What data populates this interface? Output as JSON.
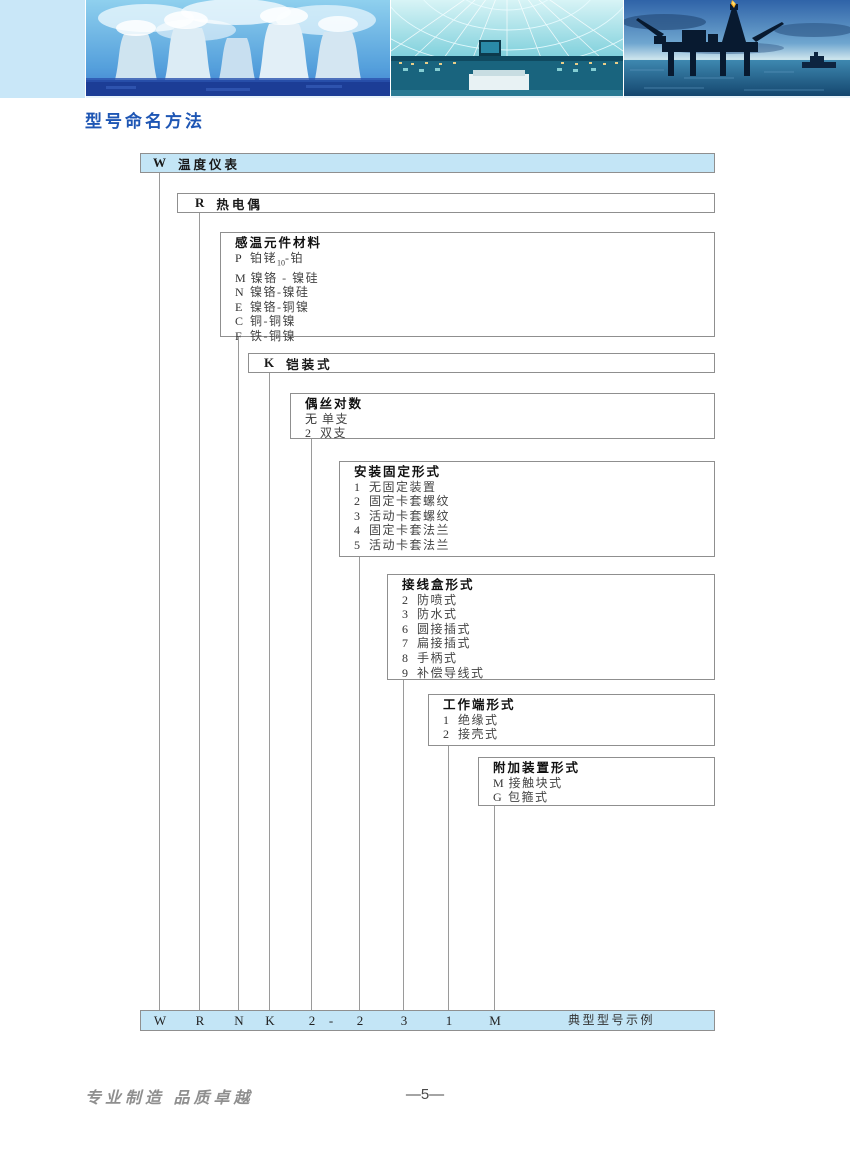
{
  "page": {
    "title": "型号命名方法",
    "footer_slogan": "专业制造  品质卓越",
    "footer_page": "—5—"
  },
  "header": {
    "photos": [
      "cooling-towers",
      "control-room",
      "oil-rig"
    ]
  },
  "colors": {
    "accent_blue": "#1e56b4",
    "box_fill": "#c3e5f6",
    "border_gray": "#8f8f8f"
  },
  "diagram": {
    "w": {
      "code": "W",
      "label": "温度仪表"
    },
    "r": {
      "code": "R",
      "label": "热电偶"
    },
    "material": {
      "title": "感温元件材料",
      "p": {
        "code": "P",
        "pre": "铂铑",
        "sub": "10",
        "post": "-铂"
      },
      "items": [
        {
          "code": "M",
          "label": "镍铬 - 镍硅"
        },
        {
          "code": "N",
          "label": "镍铬-镍硅"
        },
        {
          "code": "E",
          "label": "镍铬-铜镍"
        },
        {
          "code": "C",
          "label": "铜-铜镍"
        },
        {
          "code": "F",
          "label": "铁-铜镍"
        }
      ]
    },
    "k": {
      "code": "K",
      "label": "铠装式"
    },
    "pairs": {
      "title": "偶丝对数",
      "items": [
        {
          "code": "无",
          "label": "单支"
        },
        {
          "code": "2",
          "label": "双支"
        }
      ]
    },
    "mount": {
      "title": "安装固定形式",
      "items": [
        {
          "code": "1",
          "label": "无固定装置"
        },
        {
          "code": "2",
          "label": "固定卡套螺纹"
        },
        {
          "code": "3",
          "label": "活动卡套螺纹"
        },
        {
          "code": "4",
          "label": "固定卡套法兰"
        },
        {
          "code": "5",
          "label": "活动卡套法兰"
        }
      ]
    },
    "junction": {
      "title": "接线盒形式",
      "items": [
        {
          "code": "2",
          "label": "防喷式"
        },
        {
          "code": "3",
          "label": "防水式"
        },
        {
          "code": "6",
          "label": "圆接插式"
        },
        {
          "code": "7",
          "label": "扁接插式"
        },
        {
          "code": "8",
          "label": "手柄式"
        },
        {
          "code": "9",
          "label": "补偿导线式"
        }
      ]
    },
    "worktip": {
      "title": "工作端形式",
      "items": [
        {
          "code": "1",
          "label": "绝缘式"
        },
        {
          "code": "2",
          "label": "接壳式"
        }
      ]
    },
    "extra": {
      "title": "附加装置形式",
      "items": [
        {
          "code": "M",
          "label": "接触块式"
        },
        {
          "code": "G",
          "label": "包箍式"
        }
      ]
    },
    "example": {
      "chars": [
        "W",
        "R",
        "N",
        "K",
        "2",
        "-",
        "2",
        "3",
        "1",
        "M"
      ],
      "label": "典型型号示例"
    }
  }
}
